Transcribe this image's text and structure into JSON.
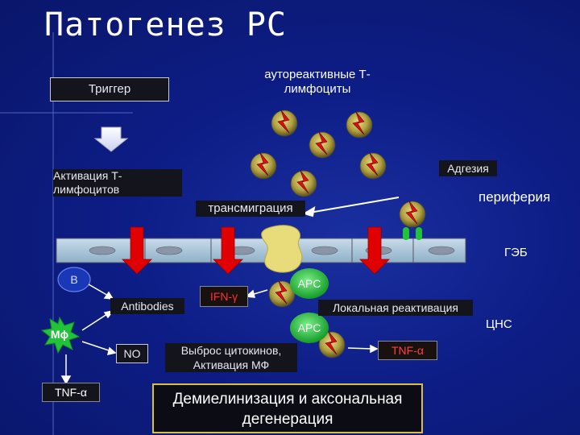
{
  "title": "Патогенез РС",
  "labels": {
    "trigger": "Триггер",
    "autoreactive": "аутореактивные Т-лимфоциты",
    "activation": "Активация Т-лимфоцитов",
    "transmigration": "трансмиграция",
    "adhesion": "Адгезия",
    "periphery": "периферия",
    "bbb": "ГЭБ",
    "cns": "ЦНС",
    "b_cell": "B",
    "antibodies": "Antibodies",
    "macrophage": "Mϕ",
    "ifn": "IFN-γ",
    "apc_top": "APC",
    "apc_bottom": "APC",
    "local_reactivation": "Локальная реактивация",
    "no": "NO",
    "cytokines": "Выброс цитокинов, Активация МФ",
    "tnf_right": "TNF-α",
    "tnf_left": "TNF-α",
    "demyelination": "Демиелинизация и аксональная дегенерация"
  },
  "colors": {
    "background": "#0d1d86",
    "membrane": "#a9c4d8",
    "arrow_red": "#e00000",
    "apc_green": "#22c23a",
    "bcell_blue": "#1838b8",
    "cell_yellow": "#b8a848",
    "demyelination_border": "#d8c040"
  }
}
